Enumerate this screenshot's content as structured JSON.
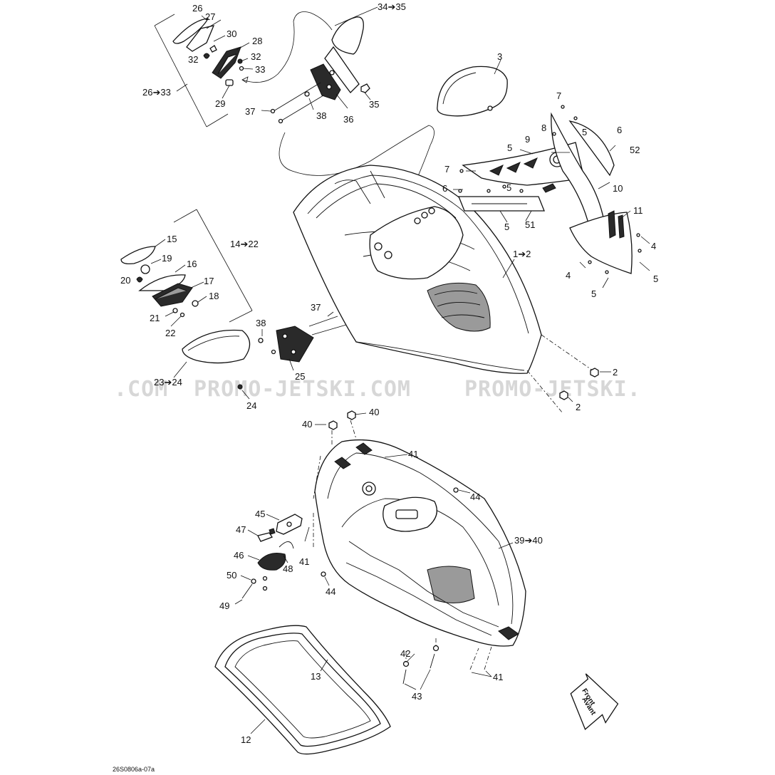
{
  "diagram": {
    "watermark_left": ".COM",
    "watermark_mid": "PROMO-JETSKI.COM",
    "watermark_right": "PROMO-JETSKI.",
    "reference_code": "26S0806a-07a",
    "front_label_1": "Front",
    "front_label_2": "Avant"
  },
  "callouts": {
    "c26": "26",
    "c27": "27",
    "c30": "30",
    "c28": "28",
    "c32a": "32",
    "c32b": "32",
    "c33": "33",
    "c29": "29",
    "c26_33": "26➔33",
    "c34_35": "34➔35",
    "c35": "35",
    "c36": "36",
    "c37a": "37",
    "c38a": "38",
    "c3": "3",
    "c7a": "7",
    "c8": "8",
    "c9": "9",
    "c5a": "5",
    "c6a": "6",
    "c5b": "5",
    "c52": "52",
    "c7b": "7",
    "c5c": "5",
    "c6b": "6",
    "c5d": "5",
    "c51": "51",
    "c10": "10",
    "c11": "11",
    "c4a": "4",
    "c4b": "4",
    "c5e": "5",
    "c5f": "5",
    "c1_2": "1➔2",
    "c15": "15",
    "c14_22": "14➔22",
    "c19": "19",
    "c16": "16",
    "c20": "20",
    "c17": "17",
    "c18": "18",
    "c21": "21",
    "c22": "22",
    "c37b": "37",
    "c38b": "38",
    "c23_24": "23➔24",
    "c25": "25",
    "c24": "24",
    "c2a": "2",
    "c2b": "2",
    "c40a": "40",
    "c40b": "40",
    "c41a": "41",
    "c44a": "44",
    "c45": "45",
    "c47": "47",
    "c39_40": "39➔40",
    "c46": "46",
    "c48": "48",
    "c41b": "41",
    "c50": "50",
    "c44b": "44",
    "c49": "49",
    "c13": "13",
    "c42": "42",
    "c43": "43",
    "c41c": "41",
    "c12": "12"
  }
}
